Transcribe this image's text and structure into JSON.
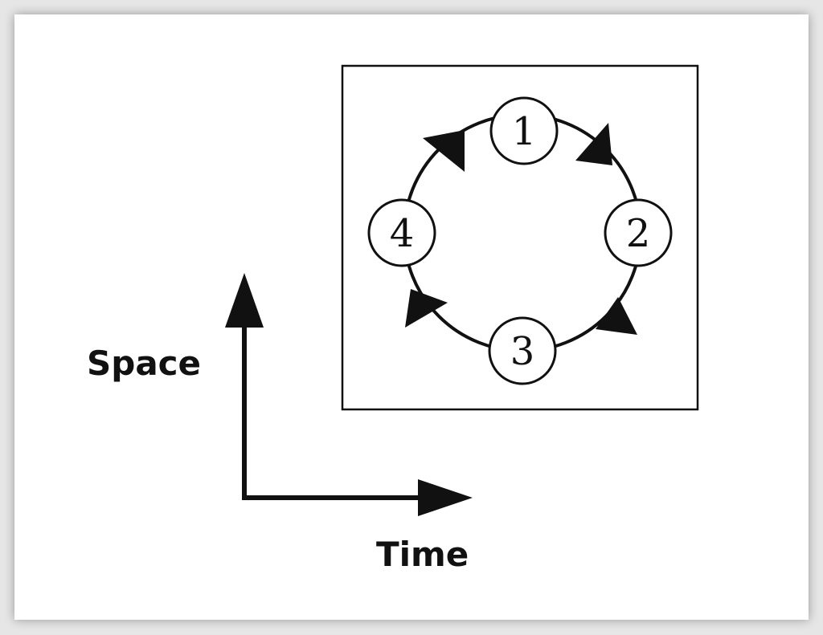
{
  "axes": {
    "vertical_label": "Space",
    "horizontal_label": "Time"
  },
  "cycle": {
    "nodes": [
      "1",
      "2",
      "3",
      "4"
    ],
    "direction": "clockwise"
  }
}
